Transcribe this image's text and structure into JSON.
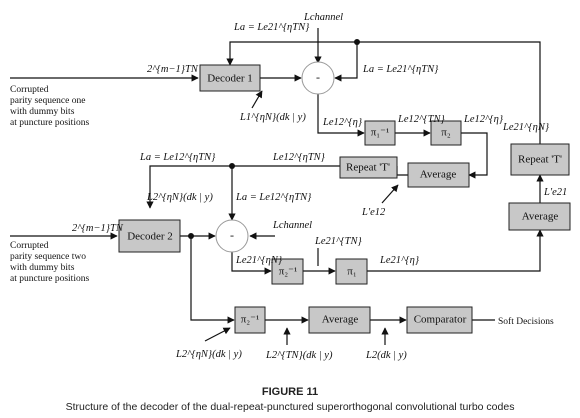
{
  "blocks": {
    "decoder1": "Decoder 1",
    "decoder2": "Decoder 2",
    "deint_top": "π₁⁻¹",
    "int_top": "π₂",
    "repeat_mid": "Repeat 'T'",
    "average_mid": "Average",
    "repeat_right": "Repeat 'T'",
    "average_right": "Average",
    "deint_mid": "π₂⁻¹",
    "int_mid": "π₁",
    "deint_bottom": "π₂⁻¹",
    "average_bottom": "Average",
    "comparator": "Comparator"
  },
  "sums": {
    "sum1": "-",
    "sum2": "-"
  },
  "inputs": {
    "input1_lines": [
      "Corrupted",
      "parity sequence one",
      "with dummy bits",
      "at puncture positions"
    ],
    "input2_lines": [
      "Corrupted",
      "parity sequence two",
      "with dummy bits",
      "at puncture positions"
    ],
    "tn1": "2^{m−1}TN",
    "tn2": "2^{m−1}TN"
  },
  "labels": {
    "la_top": "La = Le21^{ηTN}",
    "lchannel_top": "Lchannel",
    "la_right1": "La = Le21^{ηTN}",
    "l1_post": "L1^{ηN}(dk | y)",
    "le12_tn_top": "Le12^{TN}",
    "le12_eta_top": "Le12^{η}",
    "le12_left_top": "Le12^{η}",
    "le21_eta_right": "Le21^{ηN}",
    "la_mid": "La = Le12^{ηTN}",
    "le12_eta_mid": "Le12^{ηTN}",
    "l2_post": "L2^{ηN}(dk | y)",
    "le12_prime": "L'e12",
    "le21_prime": "L'e21",
    "la_mid2": "La = Le12^{ηTN}",
    "lchannel_mid": "Lchannel",
    "le21_tn_mid": "Le21^{TN}",
    "le21_eta_mid": "Le21^{ηN}",
    "le21_eta_mid2": "Le21^{η}",
    "l2_eta_bottom": "L2^{ηN}(dk | y)",
    "l2_tn_bottom": "L2^{TN}(dk | y)",
    "l2_bottom": "L2(dk | y)",
    "soft_decisions": "Soft Decisions"
  },
  "caption": {
    "title": "FIGURE 11",
    "text": "Structure of the decoder of the dual-repeat-punctured superorthogonal convolutional turbo codes"
  }
}
